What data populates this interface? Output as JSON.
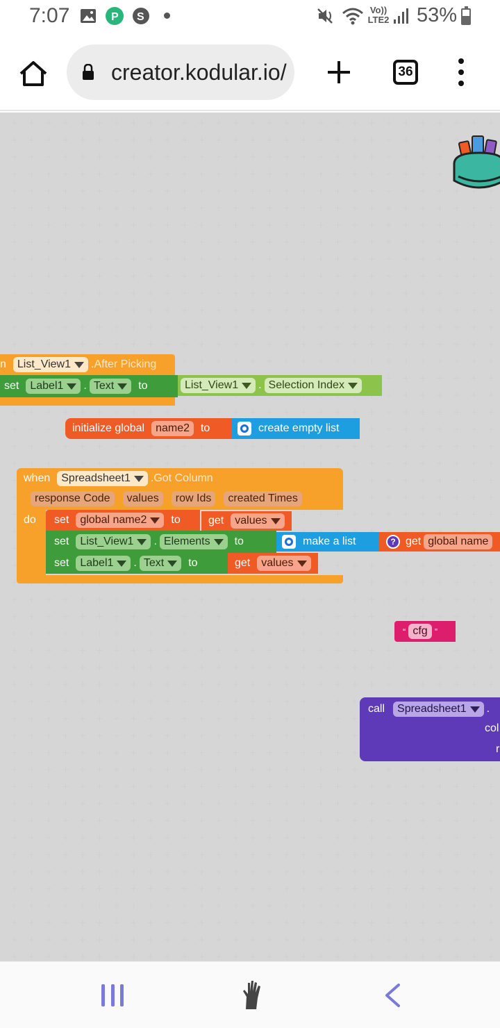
{
  "status_bar": {
    "time": "7:07",
    "network_label_top": "Vo))",
    "network_label_bottom": "LTE2",
    "battery": "53%"
  },
  "browser": {
    "url": "creator.kodular.io/",
    "tab_count": "36"
  },
  "blocks": {
    "after_picking": {
      "component": "List_View1",
      "event": ".After Picking",
      "set": "set",
      "target": "Label1",
      "dot": ".",
      "property": "Text",
      "to": "to",
      "value_component": "List_View1",
      "value_dot": ".",
      "value_property": "Selection Index"
    },
    "init_global": {
      "label": "initialize global",
      "name": "name2",
      "to": "to",
      "value": "create empty list"
    },
    "got_column": {
      "when": "when",
      "component": "Spreadsheet1",
      "event": ".Got Column",
      "params": [
        "response Code",
        "values",
        "row Ids",
        "created Times"
      ],
      "do": "do",
      "stmt1_set": "set",
      "stmt1_var": "global name2",
      "stmt1_to": "to",
      "stmt1_get": "get",
      "stmt1_getvar": "values",
      "stmt2_set": "set",
      "stmt2_comp": "List_View1",
      "stmt2_dot": ".",
      "stmt2_prop": "Elements",
      "stmt2_to": "to",
      "stmt2_make": "make a list",
      "stmt2_get": "get",
      "stmt2_getvar": "global name",
      "stmt3_set": "set",
      "stmt3_comp": "Label1",
      "stmt3_dot": ".",
      "stmt3_prop": "Text",
      "stmt3_to": "to",
      "stmt3_get": "get",
      "stmt3_getvar": "values"
    },
    "text_block": {
      "open_quote": "“",
      "value": "cfg",
      "close_quote": "”"
    },
    "call_block": {
      "call": "call",
      "component": "Spreadsheet1",
      "method_fragment": ".",
      "param1_fragment": "col",
      "param2_fragment": "r"
    }
  },
  "colors": {
    "event": "#f7a12a",
    "component_setter": "#3f9c3a",
    "component_getter": "#8cc34b",
    "variable": "#f05a24",
    "list": "#1d9ee0",
    "method_call": "#5e39b8",
    "text": "#dd1e6d"
  },
  "icons": [
    "image-icon",
    "paypal-icon",
    "s-app-icon",
    "mute-icon",
    "wifi-icon",
    "signal-icon",
    "battery-icon",
    "home-icon",
    "lock-icon",
    "plus-icon",
    "tabs-icon",
    "more-vert-icon",
    "backpack-icon",
    "gear-icon",
    "question-icon",
    "recent-apps-icon",
    "zombie-hand-icon",
    "back-icon"
  ]
}
